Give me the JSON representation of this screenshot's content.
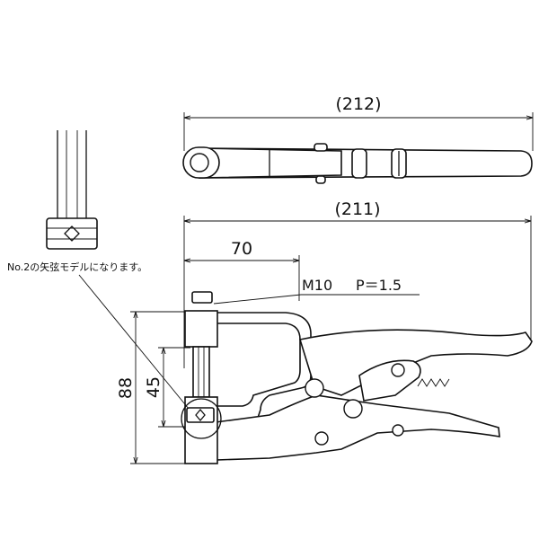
{
  "dimensions": {
    "overall_length_top": "(212)",
    "overall_length": "(211)",
    "reach": "70",
    "height_total": "88",
    "height_inner": "45"
  },
  "spec": {
    "thread": "M10",
    "pitch": "P＝1.5"
  },
  "note": "No.2の矢弦モデルになります。"
}
